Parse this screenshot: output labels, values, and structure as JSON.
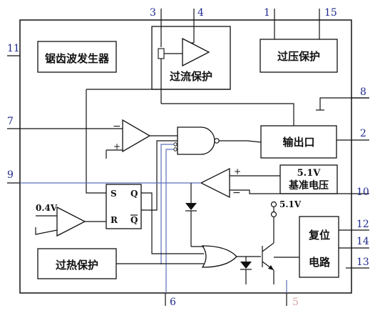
{
  "blocks": {
    "sawtooth": "锯齿波发生器",
    "overcurrent": "过流保护",
    "overvoltage": "过压保护",
    "output": "输出口",
    "ref_voltage": "5.1V",
    "ref_label": "基准电压",
    "overheat": "过热保护",
    "reset_1": "复位",
    "reset_2": "电路"
  },
  "labels": {
    "v04": "0.4V",
    "v51": "5.1V",
    "sr_s": "S",
    "sr_r": "R",
    "sr_q": "Q",
    "sr_qbar": "Q",
    "cmp_minus": "−",
    "cmp_plus": "+",
    "ref_plus": "+",
    "ref_minus": "−"
  },
  "pins": {
    "p1": "1",
    "p2": "2",
    "p3": "3",
    "p4": "4",
    "p5": "5",
    "p6": "6",
    "p7": "7",
    "p8": "8",
    "p9": "9",
    "p10": "10",
    "p11": "11",
    "p12": "12",
    "p13": "13",
    "p14": "14",
    "p15": "15"
  },
  "colors": {
    "wire": "#111111",
    "pin_text": "#1f2a8c",
    "wire_blue": "#5a6fb8"
  }
}
